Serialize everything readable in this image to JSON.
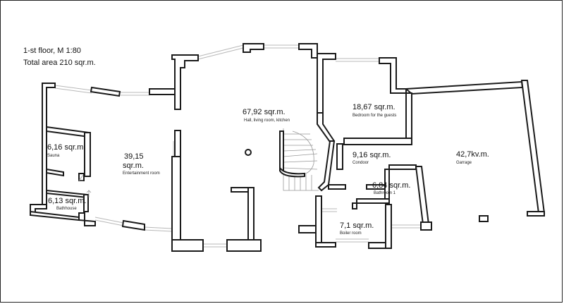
{
  "header": {
    "floor_scale": "1-st floor, M 1:80",
    "total_area": "Total area 210 sqr.m."
  },
  "rooms": [
    {
      "area": "67,92 sqr.m.",
      "name": "Hall, living room, kitchen"
    },
    {
      "area": "18,67 sqr.m.",
      "name": "Bedroom for the guests"
    },
    {
      "area_line1": "39,15",
      "area_line2": "sqr.m.",
      "name": "Entertainment room"
    },
    {
      "area": "6,16 sqr.m.",
      "name": "Sauna"
    },
    {
      "area": "6,13 sqr.m.",
      "name": "Bathhouse"
    },
    {
      "area": "9,16 sqr.m.",
      "name": "Condoor"
    },
    {
      "area": "42,7kv.m.",
      "name": "Garrage"
    },
    {
      "area": "6,84 sqr.m.",
      "name": "Bathroom 1"
    },
    {
      "area": "7,1 sqr.m.",
      "name": "Boiler room"
    }
  ]
}
